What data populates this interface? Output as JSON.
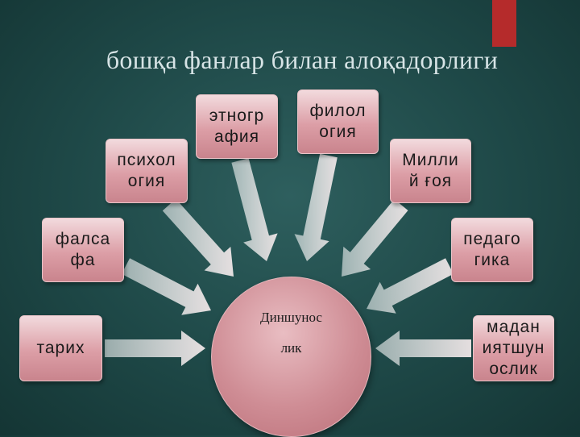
{
  "title": "бошқа фанлар билан алоқадорлиги",
  "center": {
    "line1": "Диншунос",
    "line2": "лик"
  },
  "nodes": {
    "tarix": "тарих",
    "falsafa": "фалса\nфа",
    "psixologiya": "психол\nогия",
    "etnografiya": "этногр\nафия",
    "filologiya": "филол\nогия",
    "milliy_goya": "Милли\nй ғоя",
    "pedagogika": "педаго\nгика",
    "madaniyatshunoslik": "мадан\nиятшун\nослик"
  },
  "colors": {
    "accent": "#b52b2b",
    "node": "#dc9ea6",
    "arrow": "#e6d9da",
    "background": "#1e4847"
  }
}
